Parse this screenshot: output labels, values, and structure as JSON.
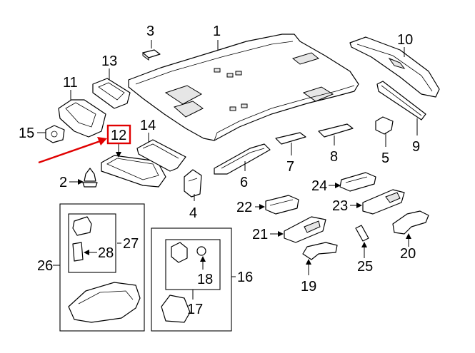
{
  "highlight_color": "#e00000",
  "callouts": {
    "c1": "1",
    "c2": "2",
    "c3": "3",
    "c4": "4",
    "c5": "5",
    "c6": "6",
    "c7": "7",
    "c8": "8",
    "c9": "9",
    "c10": "10",
    "c11": "11",
    "c12": "12",
    "c13": "13",
    "c14": "14",
    "c15": "15",
    "c16": "16",
    "c17": "17",
    "c18": "18",
    "c19": "19",
    "c20": "20",
    "c21": "21",
    "c22": "22",
    "c23": "23",
    "c24": "24",
    "c25": "25",
    "c26": "26",
    "c27": "27",
    "c28": "28"
  },
  "highlighted_part": "12"
}
